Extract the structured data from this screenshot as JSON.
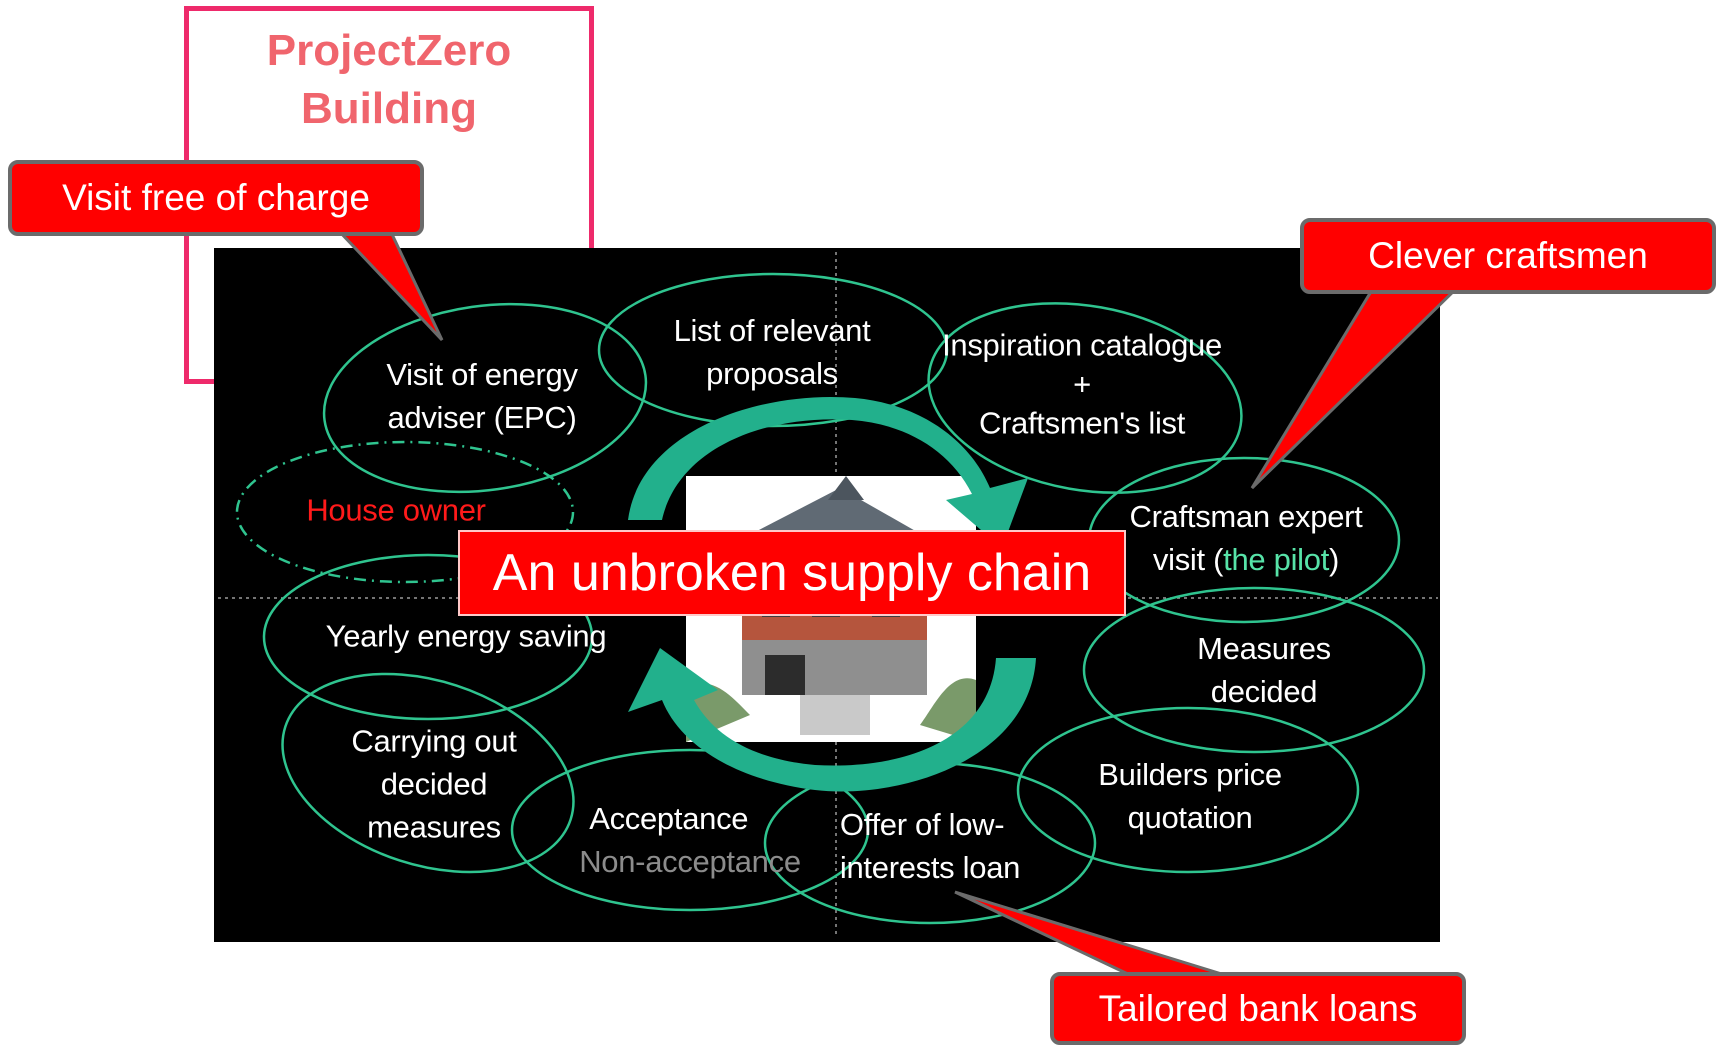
{
  "project": {
    "title_line1": "ProjectZero",
    "title_line2": "Building"
  },
  "banner": "An unbroken supply chain",
  "callouts": {
    "visit": "Visit free of charge",
    "craftsmen": "Clever craftsmen",
    "loans": "Tailored  bank loans"
  },
  "nodes": {
    "energy_adviser": {
      "line1": "Visit of energy",
      "line2": "adviser (EPC)"
    },
    "proposals": {
      "line1": "List of relevant",
      "line2": "proposals"
    },
    "catalogue": {
      "line1": "Inspiration catalogue",
      "line2": "+",
      "line3": "Craftsmen's list"
    },
    "house_owner": "House owner",
    "expert_visit": {
      "line1": "Craftsman expert",
      "line2_pre": "visit (",
      "line2_pilot": "the pilot",
      "line2_post": ")"
    },
    "measures": {
      "line1": "Measures",
      "line2": "decided"
    },
    "quotation": {
      "line1": "Builders price",
      "line2": "quotation"
    },
    "yearly": "Yearly energy saving",
    "carrying": {
      "line1": "Carrying out",
      "line2": "decided",
      "line3": "measures"
    },
    "acceptance": {
      "line1": "Acceptance",
      "line2": "Non-acceptance"
    },
    "loan": {
      "line1": "Offer of low-",
      "line2": "interests loan"
    }
  },
  "colors": {
    "callout_fill": "#ff0000",
    "ellipse_stroke": "#2fc48f",
    "arrow_fill": "#22b08c",
    "frame_border": "#ee2a6b",
    "title_color": "#f0656d"
  }
}
